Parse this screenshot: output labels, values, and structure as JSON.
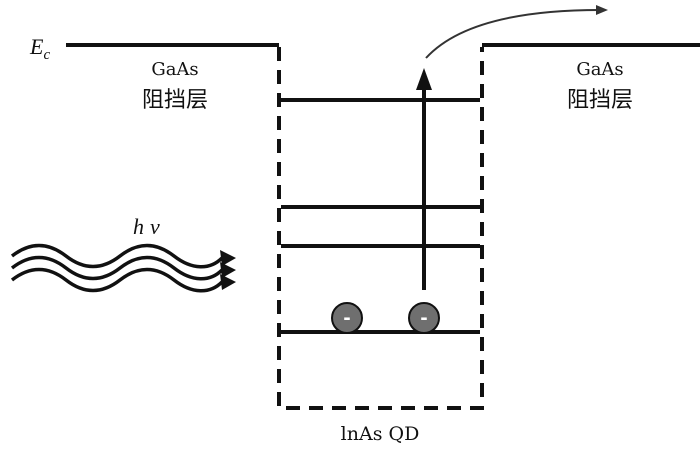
{
  "labels": {
    "ec_symbol": "E",
    "ec_subscript": "c",
    "left_barrier_material": "GaAs",
    "left_barrier_name": "阻挡层",
    "right_barrier_material": "GaAs",
    "right_barrier_name": "阻挡层",
    "photon_h": "h",
    "photon_nu": "ν",
    "quantum_dot": "lnAs QD",
    "electron_charge_1": "-",
    "electron_charge_2": "-"
  },
  "colors": {
    "line": "#111111",
    "electron_fill": "#6f6f6f",
    "electron_text": "#ffffff",
    "escape_arrow": "#333333"
  },
  "icons": {
    "photon": "wavy-photon-arrows-icon",
    "electron": "electron-circle-icon"
  }
}
